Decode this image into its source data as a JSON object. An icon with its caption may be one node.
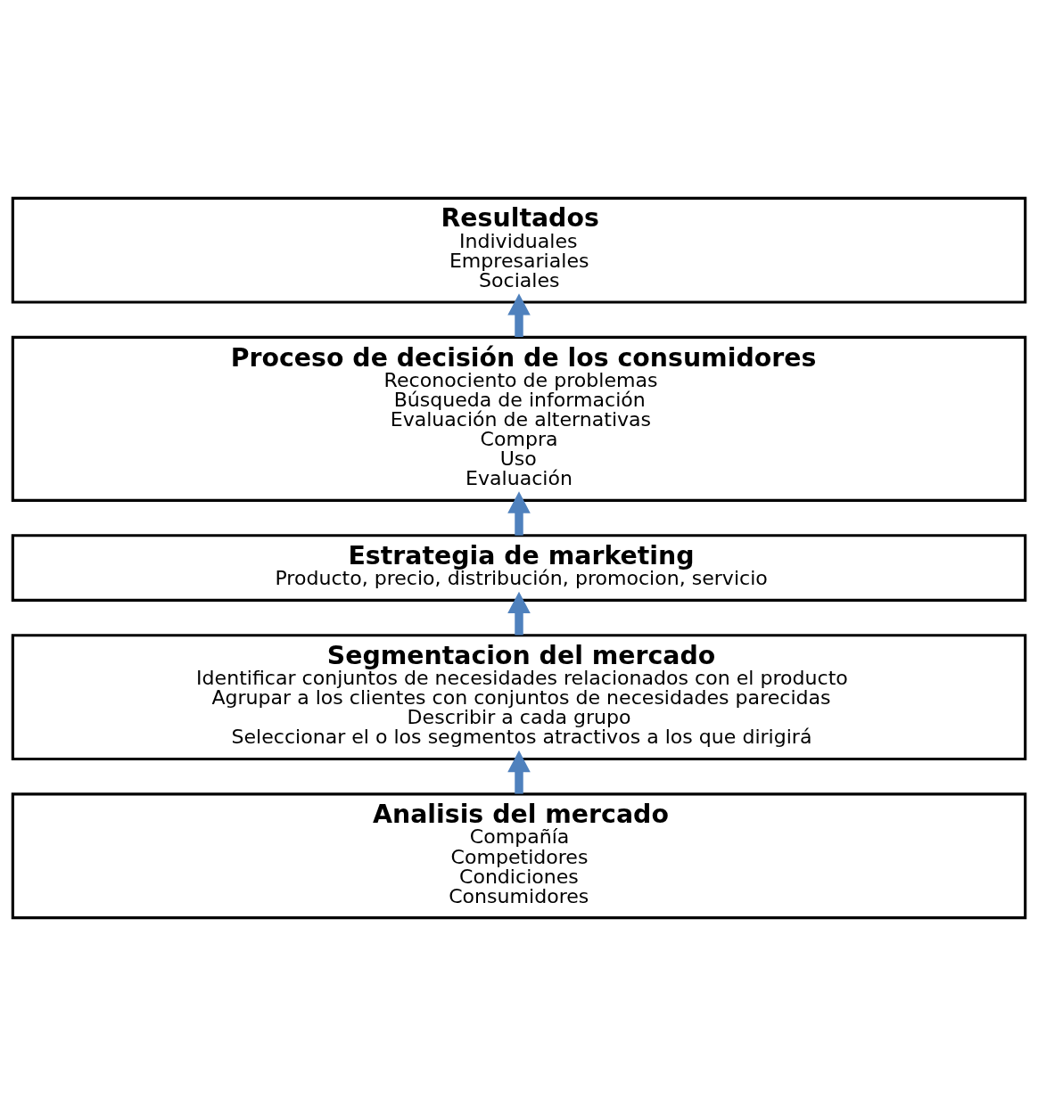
{
  "diagram": {
    "nodes": [
      {
        "text": [
          "Resultados",
          "Individuales",
          "Empresariales",
          "Sociales"
        ]
      },
      {
        "text": [
          "Proceso de decisión de los consumidores",
          "Reconociento de problemas",
          "Búsqueda de información",
          "Evaluación de alternativas",
          "Compra",
          "Uso",
          "Evaluación"
        ]
      },
      {
        "text": [
          "Estrategia de marketing",
          "Producto, precio, distribución, promocion, servicio"
        ]
      },
      {
        "text": [
          "Segmentacion del mercado",
          "Identificar conjuntos de necesidades relacionados con el producto",
          "Agrupar a los clientes con conjuntos de necesidades parecidas",
          "Describir a cada grupo",
          "Seleccionar el o los segmentos atractivos a los que dirigirá"
        ]
      },
      {
        "text": [
          "Analisis del mercado",
          "Compañía",
          "Competidores",
          "Condiciones",
          "Consumidores"
        ]
      }
    ],
    "edges": [
      {
        "from": 4,
        "to": 3,
        "arrow": "to"
      },
      {
        "from": 3,
        "to": 2,
        "arrow": "to"
      },
      {
        "from": 2,
        "to": 1,
        "arrow": "to"
      },
      {
        "from": 1,
        "to": 0,
        "arrow": "to"
      }
    ]
  }
}
